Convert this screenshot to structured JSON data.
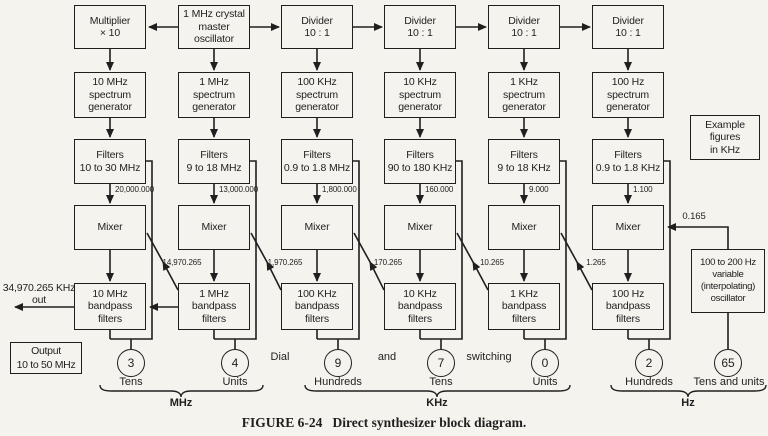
{
  "diagram": {
    "caption": "FIGURE 6-24   Direct synthesizer block diagram.",
    "ink_color": "#1f1f1f",
    "paper_color": "#f5f3ee",
    "example_note": "Example\nfigures\nin KHz",
    "output_arrow_label": "34,970.265 KHz\nout",
    "output_box": "Output\n10 to 50 MHz",
    "interpolating_oscillator": "100 to 200 Hz\nvariable\n(interpolating)\noscillator",
    "interpolating_dial": "65",
    "interpolating_dial_label": "Tens and units",
    "dial_words": {
      "dial": "Dial",
      "and": "and",
      "switching": "switching"
    },
    "columns": [
      {
        "top": "Multiplier\n× 10",
        "spectrum": "10 MHz\nspectrum\ngenerator",
        "filters": "Filters\n10 to 30 MHz",
        "filter_value": "20,000.000",
        "mixer": "Mixer",
        "bandpass": "10 MHz\nbandpass\nfilters",
        "feed_value": "14,970.265",
        "dial": "3",
        "dial_label": "Tens"
      },
      {
        "top": "1 MHz crystal\nmaster\noscillator",
        "spectrum": "1 MHz\nspectrum\ngenerator",
        "filters": "Filters\n9 to 18 MHz",
        "filter_value": "13,000.000",
        "mixer": "Mixer",
        "bandpass": "1 MHz\nbandpass\nfilters",
        "feed_value": "1,970.265",
        "dial": "4",
        "dial_label": "Units"
      },
      {
        "top": "Divider\n10 : 1",
        "spectrum": "100 KHz\nspectrum\ngenerator",
        "filters": "Filters\n0.9 to 1.8 MHz",
        "filter_value": "1,800.000",
        "mixer": "Mixer",
        "bandpass": "100 KHz\nbandpass\nfilters",
        "feed_value": "170.265",
        "dial": "9",
        "dial_label": "Hundreds"
      },
      {
        "top": "Divider\n10 : 1",
        "spectrum": "10 KHz\nspectrum\ngenerator",
        "filters": "Filters\n90 to 180 KHz",
        "filter_value": "160.000",
        "mixer": "Mixer",
        "bandpass": "10 KHz\nbandpass\nfilters",
        "feed_value": "10.265",
        "dial": "7",
        "dial_label": "Tens"
      },
      {
        "top": "Divider\n10 : 1",
        "spectrum": "1 KHz\nspectrum\ngenerator",
        "filters": "Filters\n9 to 18 KHz",
        "filter_value": "9.000",
        "mixer": "Mixer",
        "bandpass": "1 KHz\nbandpass\nfilters",
        "feed_value": "1.265",
        "dial": "0",
        "dial_label": "Units"
      },
      {
        "top": "Divider\n10 : 1",
        "spectrum": "100 Hz\nspectrum\ngenerator",
        "filters": "Filters\n0.9 to 1.8 KHz",
        "filter_value": "1.100",
        "mixer": "Mixer",
        "bandpass": "100 Hz\nbandpass\nfilters",
        "feed_value": "0.165",
        "dial": "2",
        "dial_label": "Hundreds"
      }
    ],
    "groups": [
      {
        "label": "MHz"
      },
      {
        "label": "KHz"
      },
      {
        "label": "Hz"
      }
    ]
  }
}
